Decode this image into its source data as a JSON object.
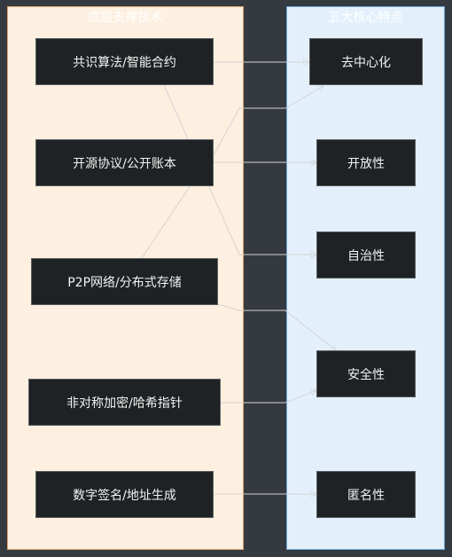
{
  "clusters": {
    "left_title": "底层支撑技术",
    "right_title": "五大核心特点"
  },
  "nodes": {
    "consensus": "共识算法/智能合约",
    "opensource": "开源协议/公开账本",
    "p2p": "P2P网络/分布式存储",
    "crypto": "非对称加密/哈希指针",
    "signature": "数字签名/地址生成",
    "decentralized": "去中心化",
    "openness": "开放性",
    "autonomy": "自治性",
    "security": "安全性",
    "anonymity": "匿名性"
  },
  "edges": [
    {
      "from": "consensus",
      "to": "decentralized"
    },
    {
      "from": "consensus",
      "to": "autonomy"
    },
    {
      "from": "opensource",
      "to": "openness"
    },
    {
      "from": "opensource",
      "to": "decentralized"
    },
    {
      "from": "p2p",
      "to": "decentralized"
    },
    {
      "from": "p2p",
      "to": "security"
    },
    {
      "from": "crypto",
      "to": "security"
    },
    {
      "from": "signature",
      "to": "anonymity"
    }
  ],
  "colors": {
    "background": "#343a3f",
    "left_cluster_fill": "#fdf0e0",
    "right_cluster_fill": "#e3f0fc",
    "node_fill": "#1f2224",
    "edge": "#d3d3d3"
  }
}
